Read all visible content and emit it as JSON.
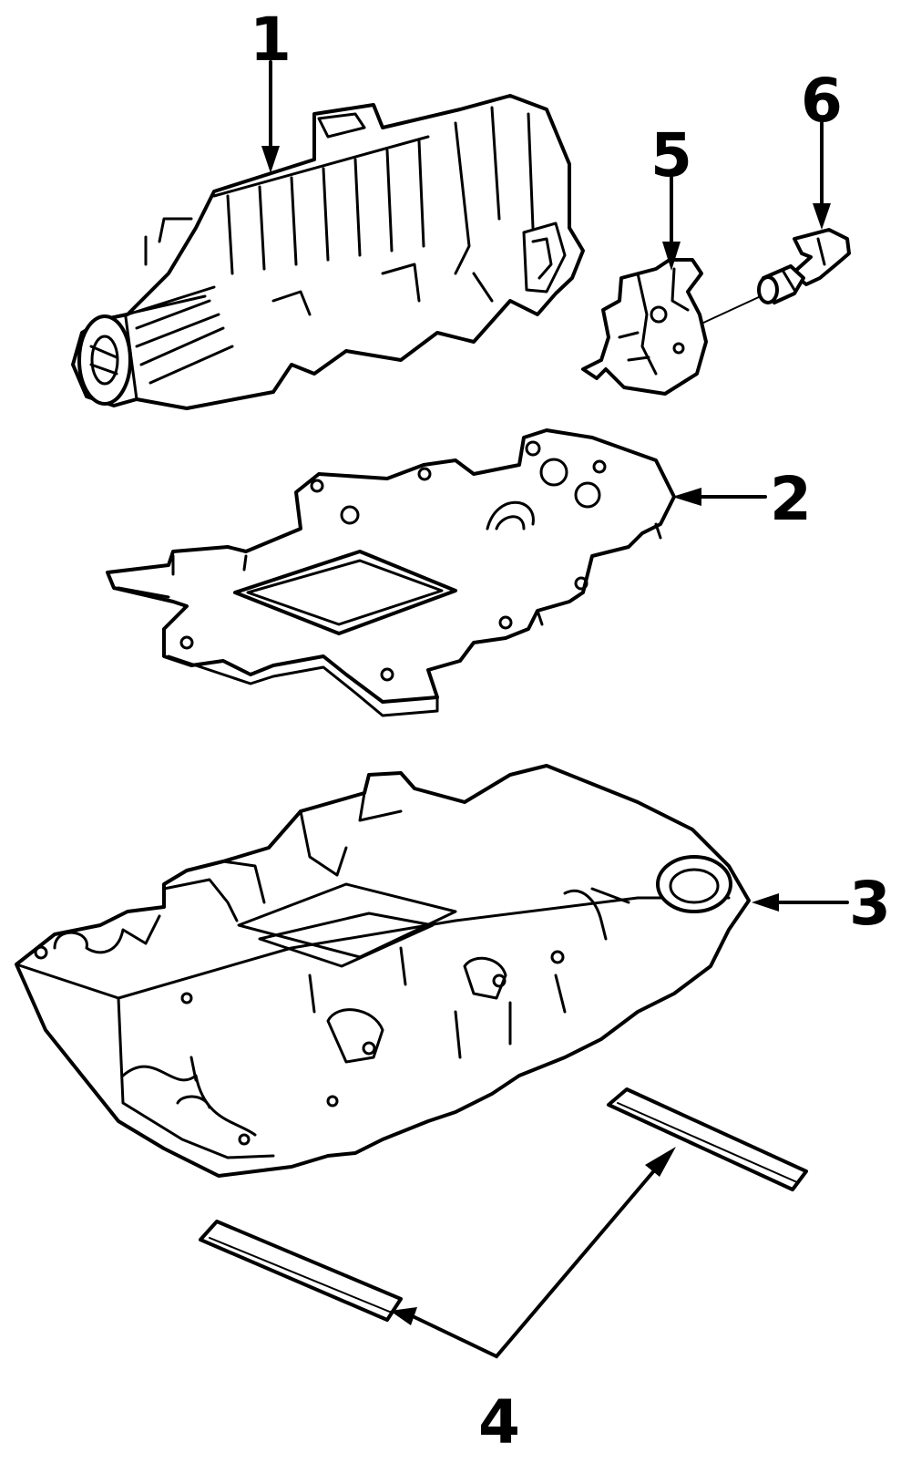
{
  "callouts": {
    "c1": "1",
    "c2": "2",
    "c3": "3",
    "c4": "4",
    "c5": "5",
    "c6": "6"
  },
  "parts": [
    {
      "callout": "1",
      "icon": "supercharger-icon"
    },
    {
      "callout": "2",
      "icon": "gasket-icon"
    },
    {
      "callout": "3",
      "icon": "intake-manifold-icon"
    },
    {
      "callout": "4",
      "icon": "manifold-gasket-strip-icon"
    },
    {
      "callout": "5",
      "icon": "bracket-icon"
    },
    {
      "callout": "6",
      "icon": "vacuum-hose-icon"
    }
  ],
  "colors": {
    "line": "#000000",
    "background": "#ffffff"
  }
}
